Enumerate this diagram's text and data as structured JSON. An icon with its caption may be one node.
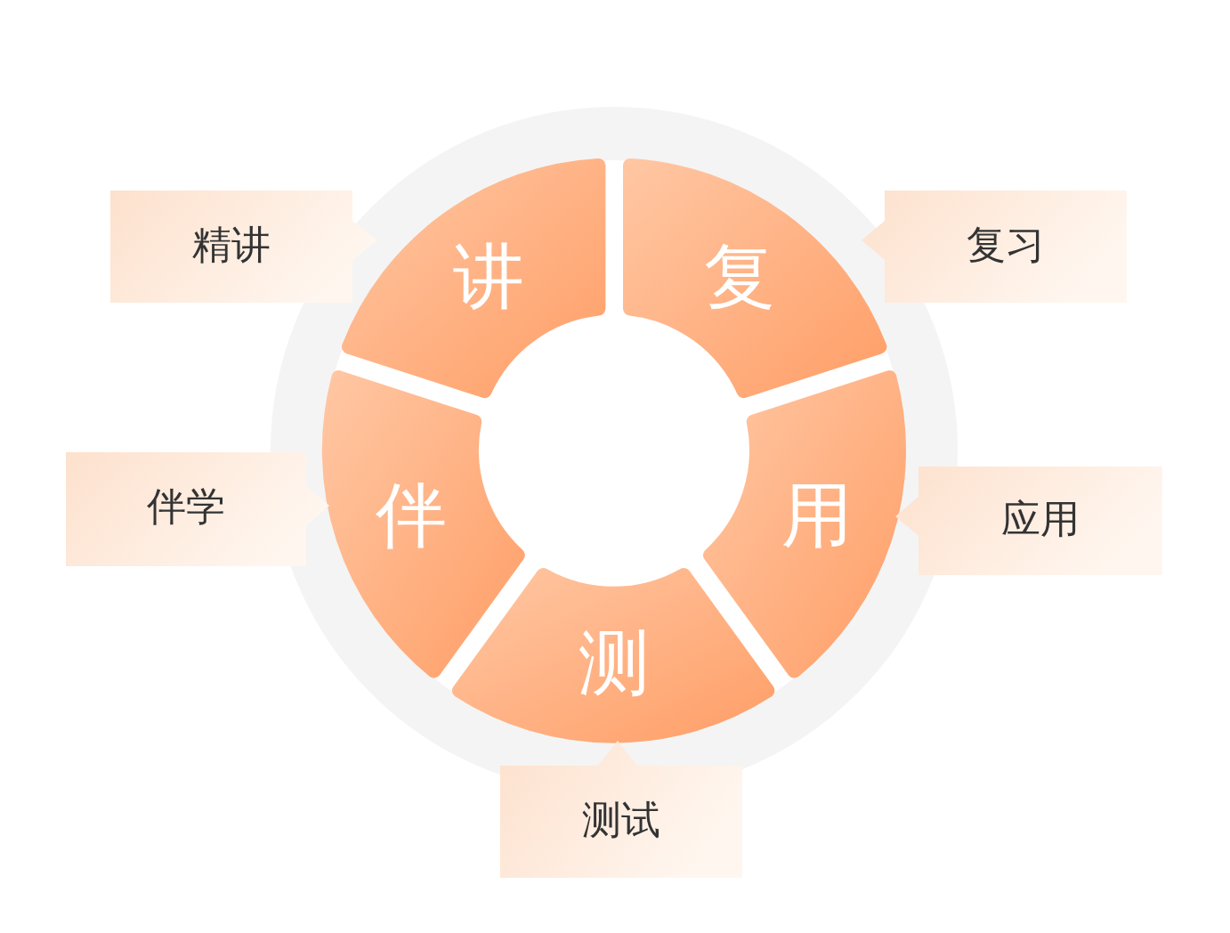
{
  "diagram": {
    "nodes": [
      {
        "text": [
          "讲"
        ]
      },
      {
        "text": [
          "复"
        ]
      },
      {
        "text": [
          "用"
        ]
      },
      {
        "text": [
          "测"
        ]
      },
      {
        "text": [
          "伴"
        ]
      },
      {
        "text": [
          "精讲"
        ]
      },
      {
        "text": [
          "复习"
        ]
      },
      {
        "text": [
          "应用"
        ]
      },
      {
        "text": [
          "测试"
        ]
      },
      {
        "text": [
          "伴学"
        ]
      }
    ]
  }
}
